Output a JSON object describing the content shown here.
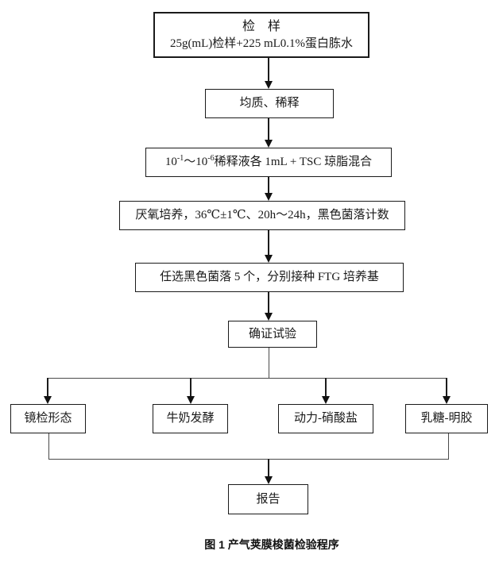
{
  "figure": {
    "caption": "图 1 产气荚膜梭菌检验程序"
  },
  "flowchart": {
    "nodes": {
      "sample": {
        "title": "检　样",
        "detail": "25g(mL)检样+225 mL0.1%蛋白胨水"
      },
      "homogenize": {
        "label": "均质、稀释"
      },
      "dilution": {
        "base1": "10",
        "sup1": "-1",
        "mid": "～10",
        "sup2": "-6",
        "rest": "稀释液各 1mL + TSC 琼脂混合"
      },
      "incubation": {
        "label": "厌氧培养，36℃±1℃、20h～24h，黑色菌落计数"
      },
      "colonies": {
        "label": "任选黑色菌落 5 个，分别接种 FTG 培养基"
      },
      "confirmation": {
        "label": "确证试验"
      },
      "microscopy": {
        "label": "镜检形态"
      },
      "milk": {
        "label": "牛奶发酵"
      },
      "motility": {
        "label": "动力-硝酸盐"
      },
      "lactose": {
        "label": "乳糖-明胶"
      },
      "report": {
        "label": "报告"
      }
    }
  }
}
